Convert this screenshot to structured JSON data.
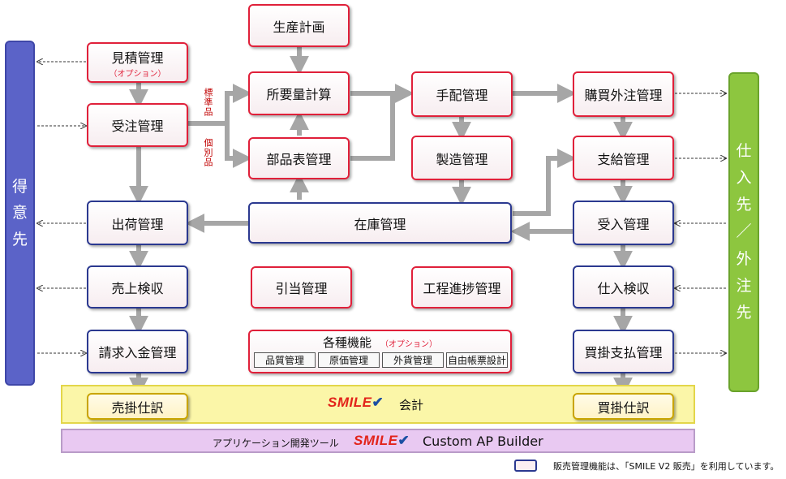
{
  "left_bar": {
    "label": "得\n意\n先",
    "color": "#5b63c8"
  },
  "right_bar": {
    "label": "仕\n入\n先\n／\n外\n注\n先",
    "color": "#8dc63f"
  },
  "nodes": {
    "mitsumori": {
      "label": "見積管理",
      "note": "（オプション）"
    },
    "juchu": {
      "label": "受注管理"
    },
    "shukka": {
      "label": "出荷管理"
    },
    "uriage_kenshu": {
      "label": "売上検収"
    },
    "seikyu": {
      "label": "請求入金管理"
    },
    "urikake_shiwake": {
      "label": "売掛仕訳"
    },
    "seisan_keikaku": {
      "label": "生産計画"
    },
    "shoyoryo": {
      "label": "所要量計算"
    },
    "buhinhyo": {
      "label": "部品表管理"
    },
    "zaiko": {
      "label": "在庫管理"
    },
    "hikiate": {
      "label": "引当管理"
    },
    "shuhai": {
      "label": "手配管理"
    },
    "seizo": {
      "label": "製造管理"
    },
    "koutei": {
      "label": "工程進捗管理"
    },
    "konyu": {
      "label": "購買外注管理"
    },
    "shikyu": {
      "label": "支給管理"
    },
    "ukeire": {
      "label": "受入管理"
    },
    "shiire_kenshu": {
      "label": "仕入検収"
    },
    "kaikake_shiharai": {
      "label": "買掛支払管理"
    },
    "kaikake_shiwake": {
      "label": "買掛仕訳"
    }
  },
  "side_labels": {
    "standard": "標準品",
    "individual": "個別品"
  },
  "options": {
    "title": "各種機能",
    "note": "（オプション）",
    "items": [
      "品質管理",
      "原価管理",
      "外貨管理",
      "自由帳票設計"
    ]
  },
  "accounting_band": {
    "logo": "SMILE",
    "label": "会計",
    "color": "#fbf6a8"
  },
  "tool_band": {
    "prefix": "アプリケーション開発ツール",
    "logo": "SMILE",
    "label": "Custom AP Builder",
    "color": "#e9c9f2"
  },
  "legend": {
    "text": "販売管理機能は、「SMILE V2 販売」を利用しています。"
  },
  "colors": {
    "accent_red": "#e0203a",
    "accent_blue": "#2b3990",
    "arrow_gray": "#a6a6a6"
  }
}
